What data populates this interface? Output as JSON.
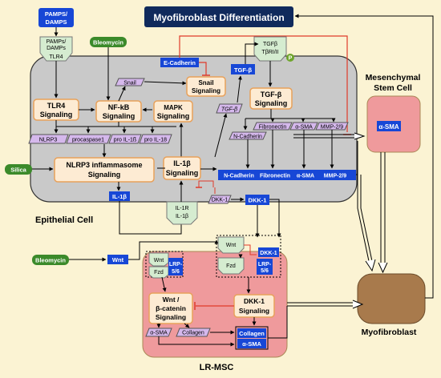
{
  "title": "Myofibroblast Differentiation",
  "labels": {
    "pamps_damps_top": [
      "PAMPS/",
      "DAMPS"
    ],
    "pamps_damps_receptor": [
      "PAMPs/",
      "DAMPs"
    ],
    "tlr4_receptor": "TLR4",
    "bleomycin_top": "Bleomycin",
    "bleomycin_bottom": "Bleomycin",
    "silica": "Silica",
    "e_cadherin": "E-Cadherin",
    "tgfb_receptor": [
      "TGFβ",
      "TβRI/II"
    ],
    "p_badge": "P",
    "tgfb_blue": "TGF-β",
    "tgfb_italic": "TGF-β",
    "snail_small": "Snail",
    "snail_signaling": [
      "Snail",
      "Signaling"
    ],
    "tlr4_signaling": [
      "TLR4",
      "Signaling"
    ],
    "nfkb_signaling": [
      "NF-kB",
      "Signaling"
    ],
    "mapk_signaling": [
      "MAPK",
      "Signaling"
    ],
    "tgfb_signaling": [
      "TGF-β",
      "Signaling"
    ],
    "nlrp3": "NLRP3",
    "procaspase1": "procaspase1",
    "pro_il1b": "pro IL-1ß",
    "pro_il18": "pro IL-18",
    "nlrp3_inflammasome": [
      "NLRP3 inflammasome",
      "Signaling"
    ],
    "il1b_blue": "IL-1β",
    "il1b_signaling": [
      "IL-1β",
      "Signaling"
    ],
    "n_cadherin_small": "N-Cadherin",
    "fibronectin_small": "Fibronectin",
    "a_sma_small": "α-SMA",
    "mmp29_small": "MMP-2/9",
    "markers_bar": [
      "N-Cadherin",
      "Fibronectin",
      "α-SMA",
      "MMP-2/9"
    ],
    "dkk1_small": "DKK-1",
    "dkk1_blue": "DKK-1",
    "il1r": [
      "IL-1R",
      "IL-1β"
    ],
    "epithelial_cell": "Epithelial Cell",
    "msc_title": [
      "Mesenchymal",
      "Stem Cell"
    ],
    "msc_asma": "α-SMA",
    "myofibroblast": "Myofibroblast",
    "wnt_blue": "Wnt",
    "wnt_receptor": "Wnt",
    "fzd": "Fzd",
    "lrp56": [
      "LRP-",
      "5/6"
    ],
    "dkk1_rec": "DKK-1",
    "wnt_bcatenin": [
      "Wnt /",
      "β-catenin",
      "Signaling"
    ],
    "dkk1_signaling": [
      "DKK-1",
      "Signaling"
    ],
    "asma_lr": "α-SMA",
    "collagen_lr": "Collagen",
    "collagen_blue": "Collagen",
    "asma_blue": "α-SMA",
    "lr_msc": "LR-MSC"
  },
  "colors": {
    "background": "#fbf3d3",
    "epithelial_fill": "#c9c9c9",
    "title_fill": "#102a5c",
    "blue_label": "#1747d6",
    "green_label": "#3b8a2a",
    "signal_fill": "#fdebd3",
    "signal_stroke": "#e8a15b",
    "purple_tag": "#d5b8ec",
    "pink_cell": "#ef9a9c",
    "myofibroblast_fill": "#a87a4c",
    "inhibit_red": "#e03a2a",
    "receptor_green": "#d5ecd0"
  }
}
